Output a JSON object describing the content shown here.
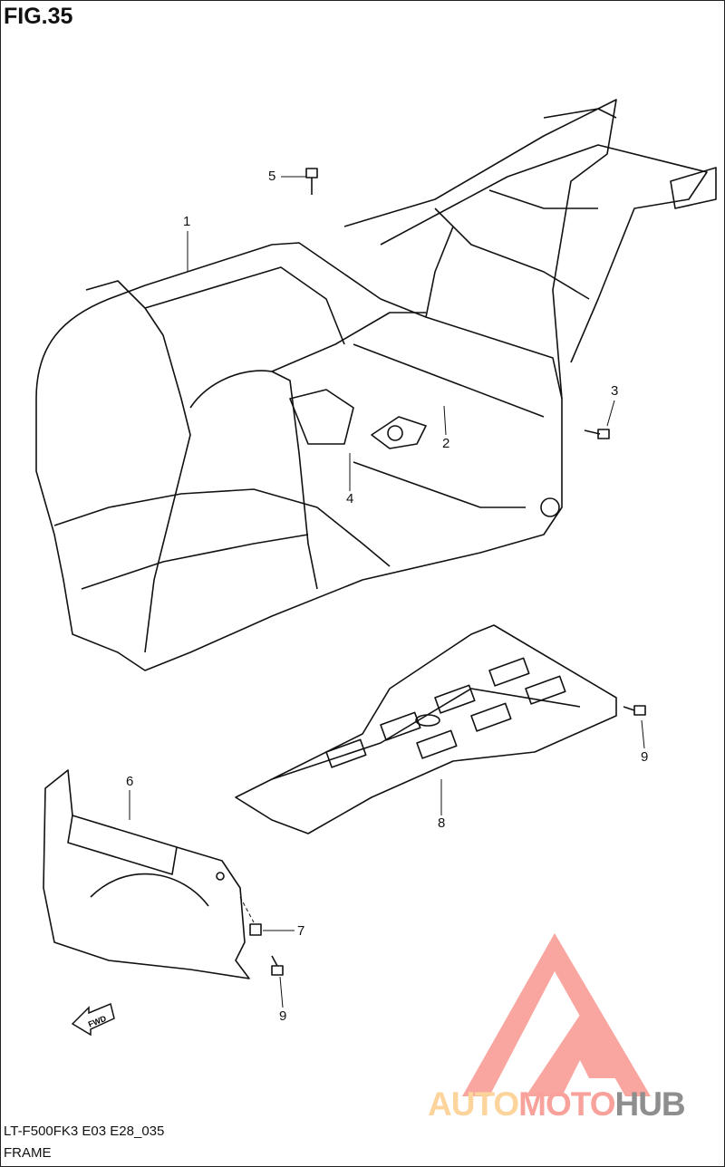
{
  "figure": {
    "title": "FIG.35"
  },
  "callouts": {
    "part1": "1",
    "part2": "2",
    "part3": "3",
    "part4": "4",
    "part5": "5",
    "part6": "6",
    "part7": "7",
    "part8": "8",
    "part9a": "9",
    "part9b": "9"
  },
  "fwd_label": "FWD",
  "footer": {
    "code": "LT-F500FK3 E03 E28_035",
    "name": "FRAME"
  },
  "watermark": {
    "auto": "AUTO",
    "moto": "MOTO",
    "hub": "HUB",
    "colors": {
      "auto": "#fdd49c",
      "moto": "#f9a19b",
      "hub": "#8e8e8e",
      "triangle": "#f9a19b"
    }
  }
}
